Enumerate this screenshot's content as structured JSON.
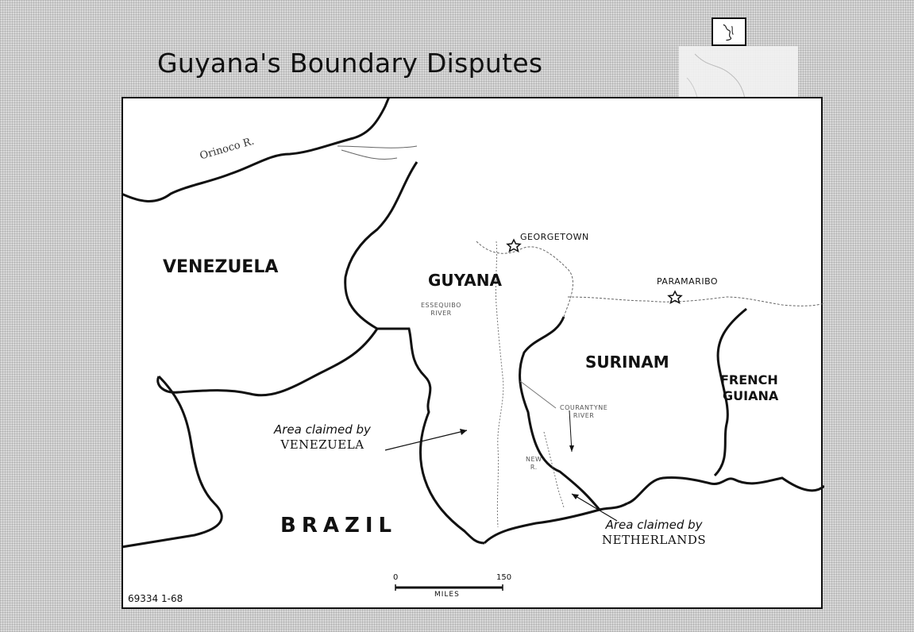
{
  "title": "Guyana's Boundary Disputes",
  "countries": {
    "venezuela": "VENEZUELA",
    "guyana": "GUYANA",
    "surinam": "SURINAM",
    "french_guiana_line1": "FRENCH",
    "french_guiana_line2": "GUIANA",
    "brazil": "BRAZIL"
  },
  "cities": {
    "georgetown": "GEORGETOWN",
    "paramaribo": "PARAMARIBO"
  },
  "rivers": {
    "orinoco": "Orinoco R.",
    "essequibo_line1": "ESSEQUIBO",
    "essequibo_line2": "RIVER",
    "courantyne_line1": "COURANTYNE",
    "courantyne_line2": "RIVER",
    "new_line1": "NEW",
    "new_line2": "R."
  },
  "claims": {
    "venezuela_line1": "Area claimed by",
    "venezuela_line2": "VENEZUELA",
    "netherlands_line1": "Area claimed by",
    "netherlands_line2": "NETHERLANDS"
  },
  "scale": {
    "min": "0",
    "max": "150",
    "unit": "MILES"
  },
  "map_code": "69334 1-68"
}
